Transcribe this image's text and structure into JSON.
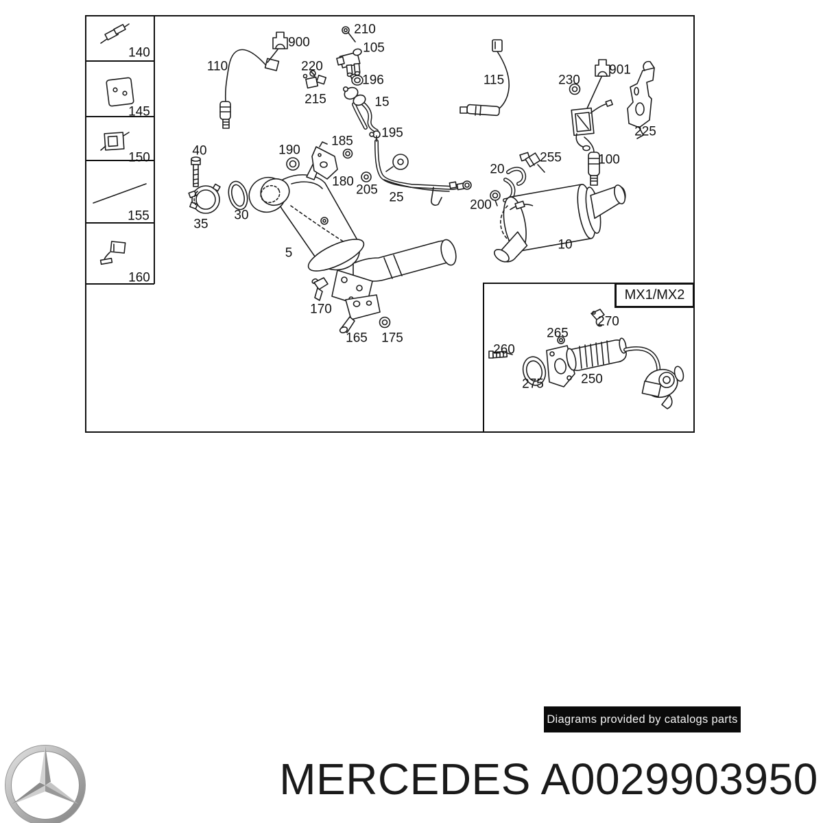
{
  "labels": {
    "140": "140",
    "145": "145",
    "150": "150",
    "155": "155",
    "160": "160",
    "5": "5",
    "10": "10",
    "15": "15",
    "20": "20",
    "25": "25",
    "30": "30",
    "35": "35",
    "40": "40",
    "100": "100",
    "105": "105",
    "110": "110",
    "115": "115",
    "165": "165",
    "170": "170",
    "175": "175",
    "180": "180",
    "185": "185",
    "190": "190",
    "195": "195",
    "196": "196",
    "200": "200",
    "205": "205",
    "210": "210",
    "215": "215",
    "220": "220",
    "225": "225",
    "230": "230",
    "255": "255",
    "900": "900",
    "901": "901",
    "250": "250",
    "260": "260",
    "265": "265",
    "270": "270",
    "275": "275",
    "mx": "MX1/MX2"
  },
  "inset": {
    "title": "MX1/MX2"
  },
  "footer": {
    "badge": "Diagrams provided by catalogs parts",
    "title": "MERCEDES A0029903950"
  },
  "icons": {
    "brand_logo": "mercedes-three-pointed-star"
  },
  "colors": {
    "line": "#1c1c1c",
    "badge_bg": "#0a0a0a",
    "badge_text": "#f4f4f4",
    "logo_silver": "#a8a8a8"
  }
}
